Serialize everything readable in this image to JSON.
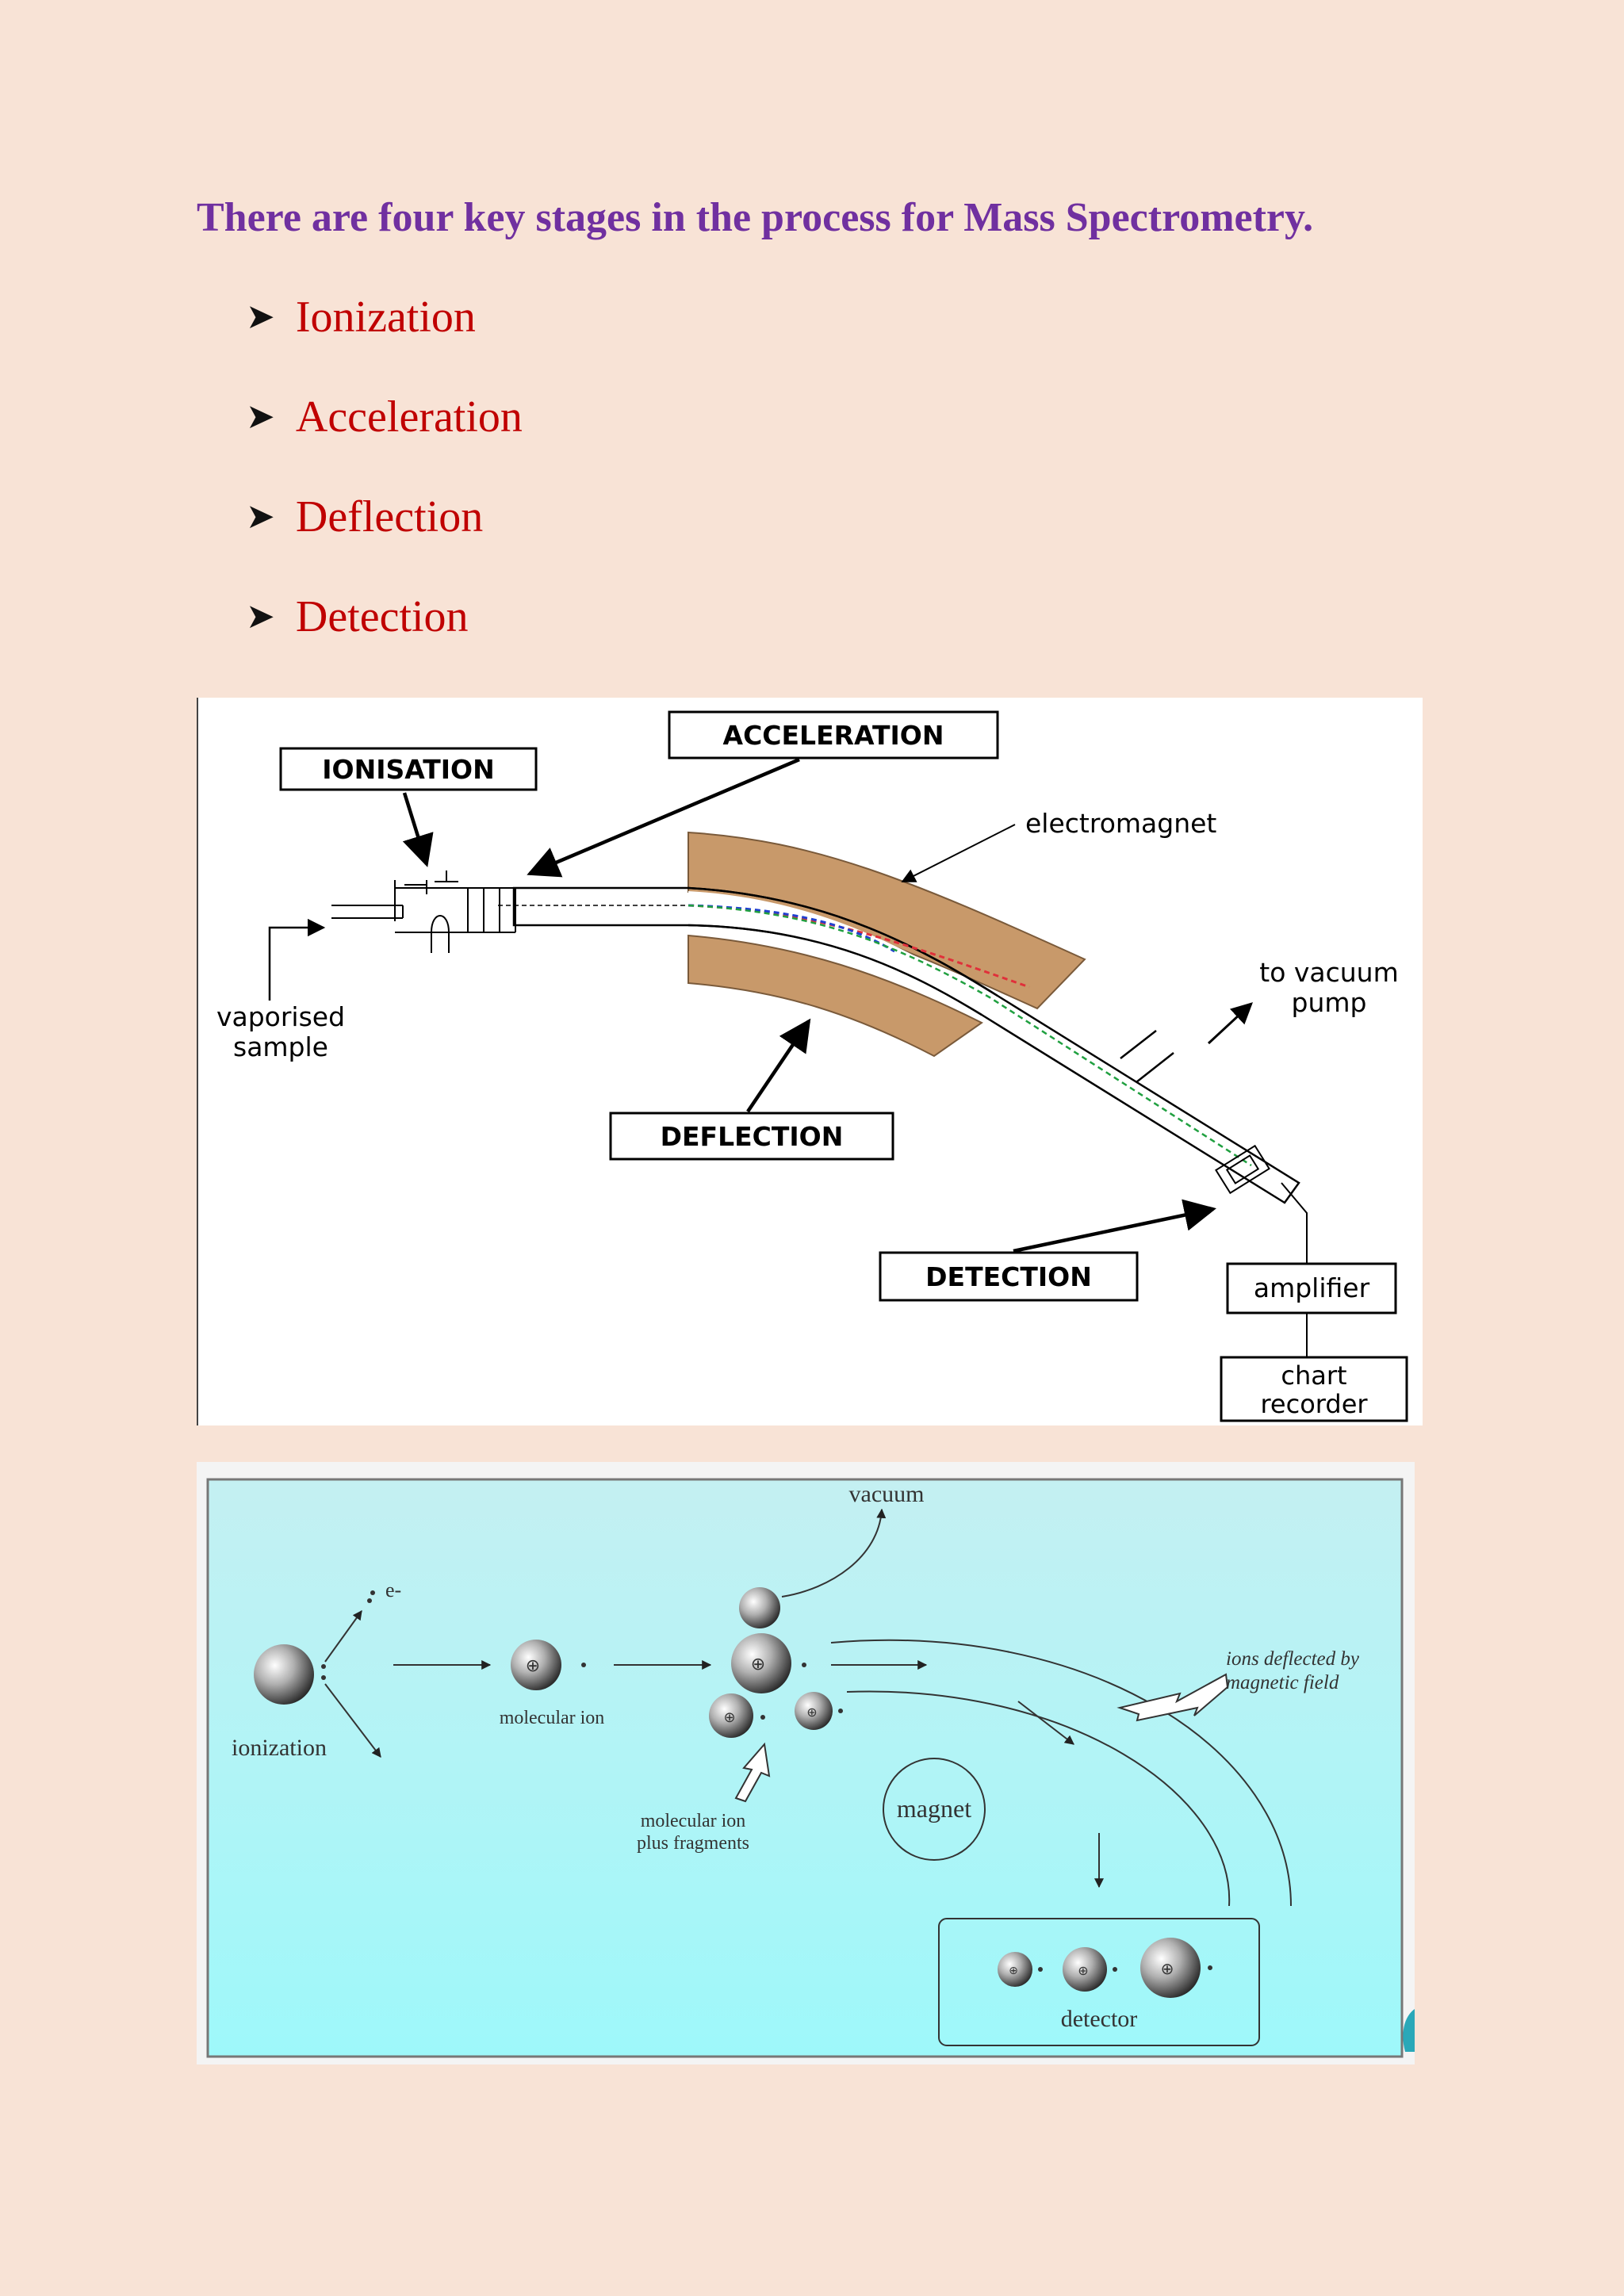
{
  "heading": "There are four key stages in the process for Mass Spectrometry.",
  "stages": [
    {
      "label": "Ionization"
    },
    {
      "label": "Acceleration"
    },
    {
      "label": "Deflection"
    },
    {
      "label": "Detection"
    }
  ],
  "figure1": {
    "labels": {
      "ionisation": "IONISATION",
      "acceleration": "ACCELERATION",
      "electromagnet": "electromagnet",
      "vacuum_line1": "to vacuum",
      "vacuum_line2": "pump",
      "sample_line1": "vaporised",
      "sample_line2": "sample",
      "deflection": "DEFLECTION",
      "detection": "DETECTION",
      "amplifier": "amplifier",
      "recorder_line1": "chart",
      "recorder_line2": "recorder"
    }
  },
  "figure2": {
    "labels": {
      "vacuum": "vacuum",
      "electron": "e-",
      "ionization": "ionization",
      "molecular_ion": "molecular ion",
      "fragments_line1": "molecular ion",
      "fragments_line2": "plus fragments",
      "deflected_line1": "ions deflected by",
      "deflected_line2": "magnetic field",
      "magnet": "magnet",
      "detector": "detector"
    }
  },
  "colors": {
    "background": "#f8e3d6",
    "heading": "#7030a0",
    "stage_text": "#c00000",
    "magnet": "#c8996a",
    "panel": "#a8f4f8"
  }
}
